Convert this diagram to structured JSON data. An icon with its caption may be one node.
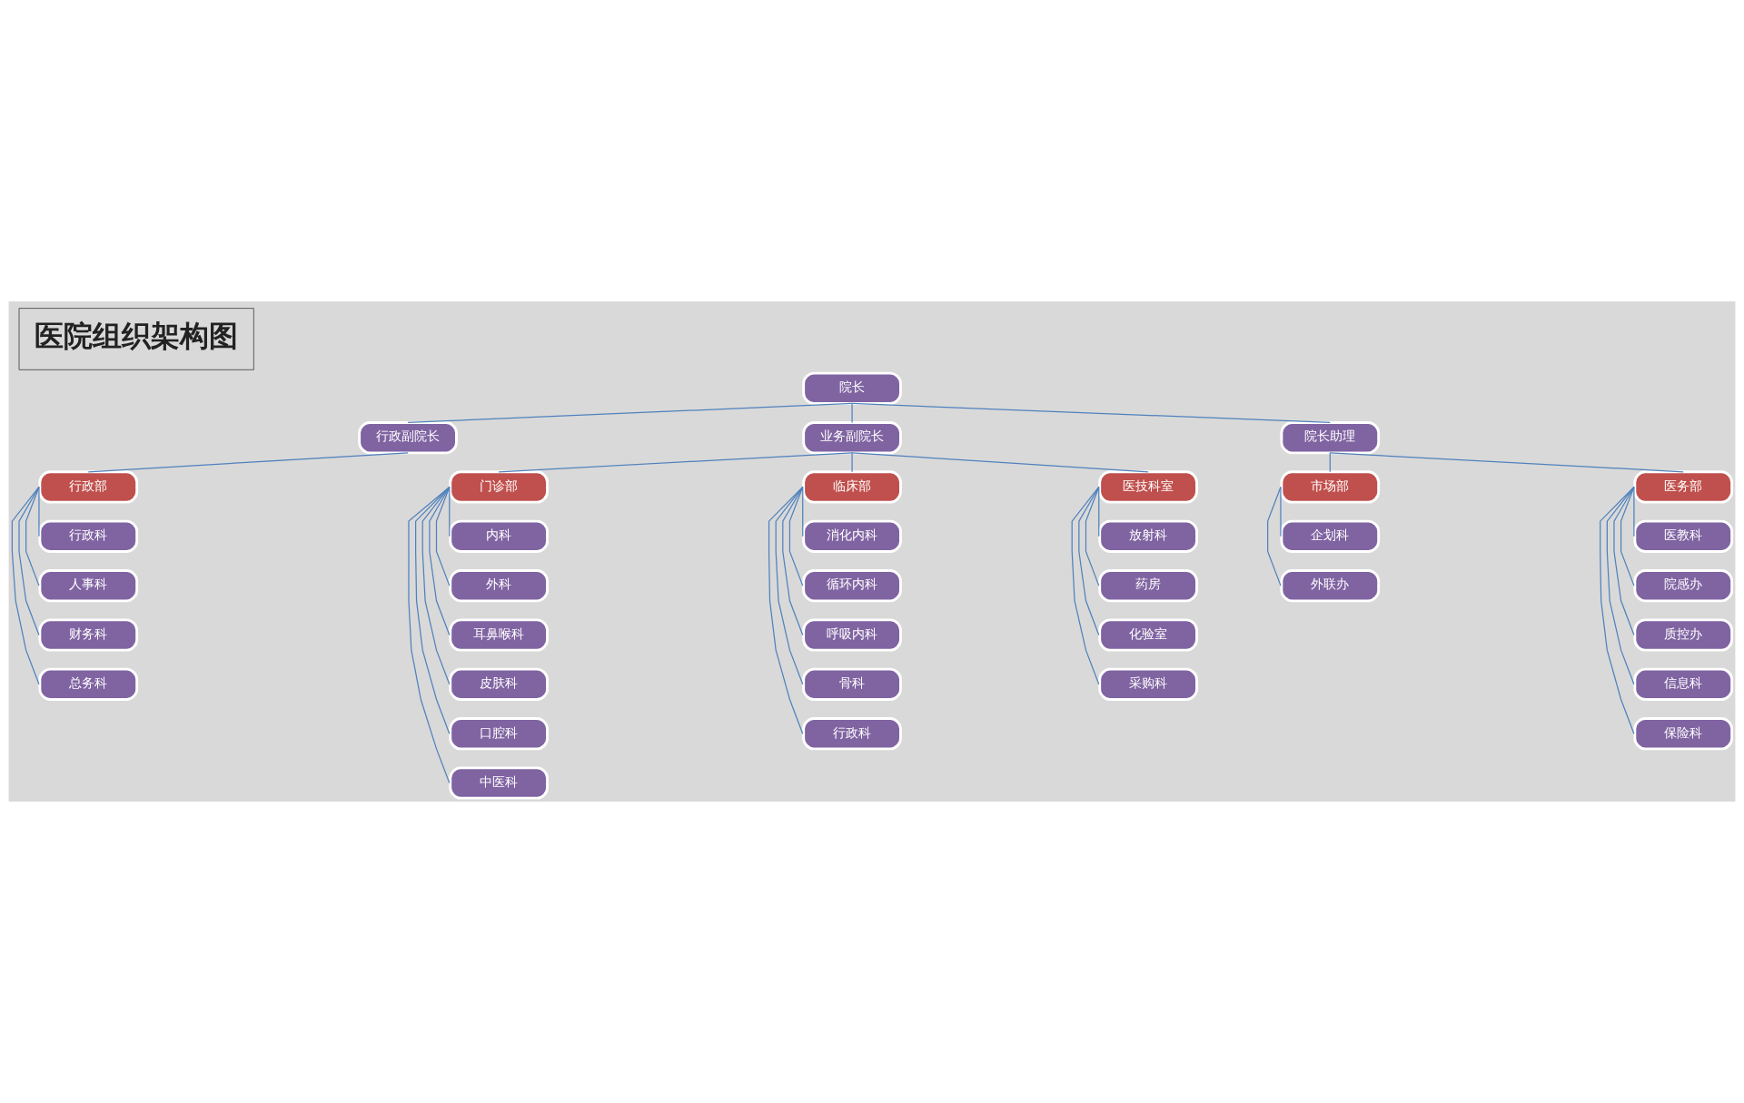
{
  "diagram": {
    "title": "医院组织架构图",
    "nodes": [
      {
        "text": [
          "院长"
        ]
      },
      {
        "text": [
          "行政副院长"
        ]
      },
      {
        "text": [
          "业务副院长"
        ]
      },
      {
        "text": [
          "院长助理"
        ]
      },
      {
        "text": [
          "行政部"
        ]
      },
      {
        "text": [
          "门诊部"
        ]
      },
      {
        "text": [
          "临床部"
        ]
      },
      {
        "text": [
          "医技科室"
        ]
      },
      {
        "text": [
          "市场部"
        ]
      },
      {
        "text": [
          "医务部"
        ]
      },
      {
        "text": [
          "行政科"
        ]
      },
      {
        "text": [
          "人事科"
        ]
      },
      {
        "text": [
          "财务科"
        ]
      },
      {
        "text": [
          "总务科"
        ]
      },
      {
        "text": [
          "内科"
        ]
      },
      {
        "text": [
          "外科"
        ]
      },
      {
        "text": [
          "耳鼻喉科"
        ]
      },
      {
        "text": [
          "皮肤科"
        ]
      },
      {
        "text": [
          "口腔科"
        ]
      },
      {
        "text": [
          "中医科"
        ]
      },
      {
        "text": [
          "消化内科"
        ]
      },
      {
        "text": [
          "循环内科"
        ]
      },
      {
        "text": [
          "呼吸内科"
        ]
      },
      {
        "text": [
          "骨科"
        ]
      },
      {
        "text": [
          "行政科"
        ]
      },
      {
        "text": [
          "放射科"
        ]
      },
      {
        "text": [
          "药房"
        ]
      },
      {
        "text": [
          "化验室"
        ]
      },
      {
        "text": [
          "采购科"
        ]
      },
      {
        "text": [
          "企划科"
        ]
      },
      {
        "text": [
          "外联办"
        ]
      },
      {
        "text": [
          "医教科"
        ]
      },
      {
        "text": [
          "院感办"
        ]
      },
      {
        "text": [
          "质控办"
        ]
      },
      {
        "text": [
          "信息科"
        ]
      },
      {
        "text": [
          "保险科"
        ]
      }
    ],
    "edges": [
      {
        "from": 0,
        "to": 1,
        "arrow": "none"
      },
      {
        "from": 0,
        "to": 2,
        "arrow": "none"
      },
      {
        "from": 0,
        "to": 3,
        "arrow": "none"
      },
      {
        "from": 1,
        "to": 4,
        "arrow": "none"
      },
      {
        "from": 2,
        "to": 5,
        "arrow": "none"
      },
      {
        "from": 2,
        "to": 6,
        "arrow": "none"
      },
      {
        "from": 2,
        "to": 7,
        "arrow": "none"
      },
      {
        "from": 3,
        "to": 8,
        "arrow": "none"
      },
      {
        "from": 3,
        "to": 9,
        "arrow": "none"
      },
      {
        "from": 4,
        "to": 10,
        "arrow": "none"
      },
      {
        "from": 4,
        "to": 11,
        "arrow": "none"
      },
      {
        "from": 4,
        "to": 12,
        "arrow": "none"
      },
      {
        "from": 4,
        "to": 13,
        "arrow": "none"
      },
      {
        "from": 5,
        "to": 14,
        "arrow": "none"
      },
      {
        "from": 5,
        "to": 15,
        "arrow": "none"
      },
      {
        "from": 5,
        "to": 16,
        "arrow": "none"
      },
      {
        "from": 5,
        "to": 17,
        "arrow": "none"
      },
      {
        "from": 5,
        "to": 18,
        "arrow": "none"
      },
      {
        "from": 5,
        "to": 19,
        "arrow": "none"
      },
      {
        "from": 6,
        "to": 20,
        "arrow": "none"
      },
      {
        "from": 6,
        "to": 21,
        "arrow": "none"
      },
      {
        "from": 6,
        "to": 22,
        "arrow": "none"
      },
      {
        "from": 6,
        "to": 23,
        "arrow": "none"
      },
      {
        "from": 6,
        "to": 24,
        "arrow": "none"
      },
      {
        "from": 7,
        "to": 25,
        "arrow": "none"
      },
      {
        "from": 7,
        "to": 26,
        "arrow": "none"
      },
      {
        "from": 7,
        "to": 27,
        "arrow": "none"
      },
      {
        "from": 7,
        "to": 28,
        "arrow": "none"
      },
      {
        "from": 8,
        "to": 29,
        "arrow": "none"
      },
      {
        "from": 8,
        "to": 30,
        "arrow": "none"
      },
      {
        "from": 9,
        "to": 31,
        "arrow": "none"
      },
      {
        "from": 9,
        "to": 32,
        "arrow": "none"
      },
      {
        "from": 9,
        "to": 33,
        "arrow": "none"
      },
      {
        "from": 9,
        "to": 34,
        "arrow": "none"
      },
      {
        "from": 9,
        "to": 35,
        "arrow": "none"
      }
    ]
  }
}
